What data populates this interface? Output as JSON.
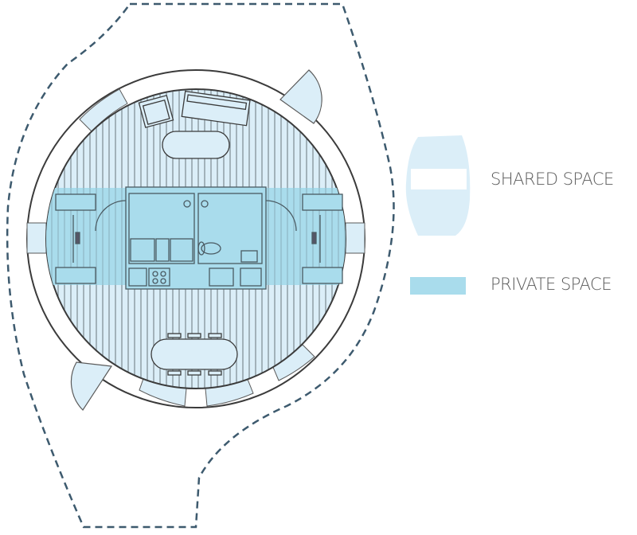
{
  "diagram": {
    "type": "floor-plan",
    "subject": "circular dwelling plan with shared and private zones",
    "colors": {
      "shared_space": "#dbeef8",
      "private_space": "#a9dcec",
      "outline": "#3b3b3b",
      "site_boundary": "#3d5a6e",
      "background": "#ffffff"
    },
    "furniture": {
      "top": [
        "armchair",
        "sofa",
        "coffee-table"
      ],
      "center": [
        "kitchen",
        "bathroom",
        "stove",
        "sink",
        "toilet",
        "washbasins"
      ],
      "left": [
        "bed-left"
      ],
      "right": [
        "bed-right"
      ],
      "bottom": [
        "dining-table",
        "chairs"
      ]
    }
  },
  "legend": {
    "items": [
      {
        "label": "SHARED SPACE",
        "color": "#dbeef8"
      },
      {
        "label": "PRIVATE SPACE",
        "color": "#a9dcec"
      }
    ]
  }
}
